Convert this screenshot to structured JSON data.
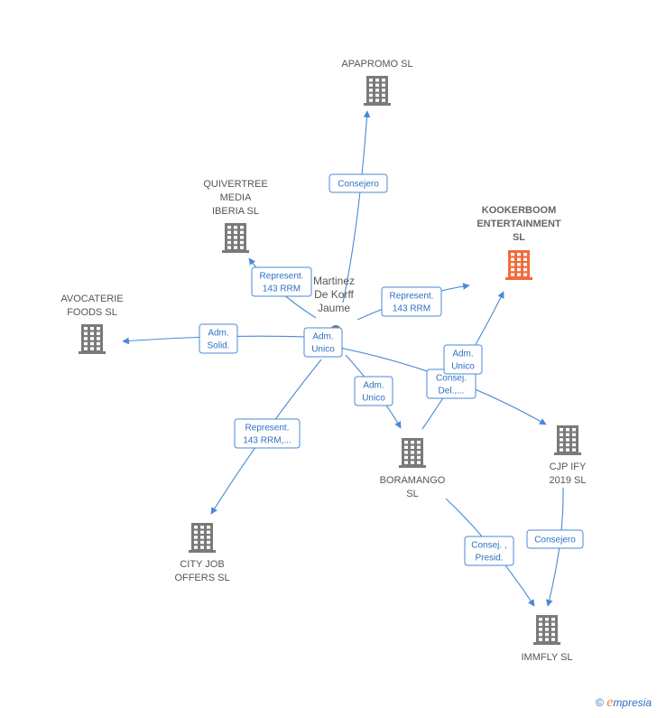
{
  "colors": {
    "edge": "#4a8ad6",
    "building": "#7a7a7a",
    "focus_building": "#f26b3a"
  },
  "person": {
    "label": [
      "Martinez",
      "De Korff",
      "Jaume"
    ]
  },
  "nodes": [
    {
      "id": "apapromo",
      "label": [
        "APAPROMO  SL"
      ],
      "focus": false
    },
    {
      "id": "quivertree",
      "label": [
        "QUIVERTREE",
        "MEDIA",
        "IBERIA  SL"
      ],
      "focus": false
    },
    {
      "id": "kookerboom",
      "label": [
        "KOOKERBOOM",
        "ENTERTAINMENT",
        "SL"
      ],
      "focus": true
    },
    {
      "id": "avocaterie",
      "label": [
        "AVOCATERIE",
        "FOODS  SL"
      ],
      "focus": false
    },
    {
      "id": "boramango",
      "label": [
        "BORAMANGO",
        "SL"
      ],
      "focus": false
    },
    {
      "id": "cjp",
      "label": [
        "CJP IFY",
        "2019  SL"
      ],
      "focus": false
    },
    {
      "id": "cityjob",
      "label": [
        "CITY JOB",
        "OFFERS  SL"
      ],
      "focus": false
    },
    {
      "id": "immfly",
      "label": [
        "IMMFLY  SL"
      ],
      "focus": false
    }
  ],
  "edges": [
    {
      "id": "e-apapromo",
      "label": [
        "Consejero"
      ]
    },
    {
      "id": "e-quivertree",
      "label": [
        "Represent.",
        "143 RRM"
      ]
    },
    {
      "id": "e-kookerboom",
      "label": [
        "Represent.",
        "143 RRM"
      ]
    },
    {
      "id": "e-avocaterie",
      "label": [
        "Adm.",
        "Solid."
      ]
    },
    {
      "id": "e-person-boramango",
      "label": [
        "Adm.",
        "Unico"
      ]
    },
    {
      "id": "e-person-boramango-2",
      "label": [
        "Adm.",
        "Unico"
      ]
    },
    {
      "id": "e-cjp",
      "label": [
        "Consej.",
        "Del.,..."
      ]
    },
    {
      "id": "e-boramango-kookerboom",
      "label": [
        "Adm.",
        "Unico"
      ]
    },
    {
      "id": "e-cityjob",
      "label": [
        "Represent.",
        "143 RRM,..."
      ]
    },
    {
      "id": "e-boramango-immfly",
      "label": [
        "Consej. ,",
        "Presid."
      ]
    },
    {
      "id": "e-cjp-immfly",
      "label": [
        "Consejero"
      ]
    }
  ],
  "footer": {
    "copyright": "©",
    "brand_initial": "e",
    "brand_rest": "mpresia"
  }
}
